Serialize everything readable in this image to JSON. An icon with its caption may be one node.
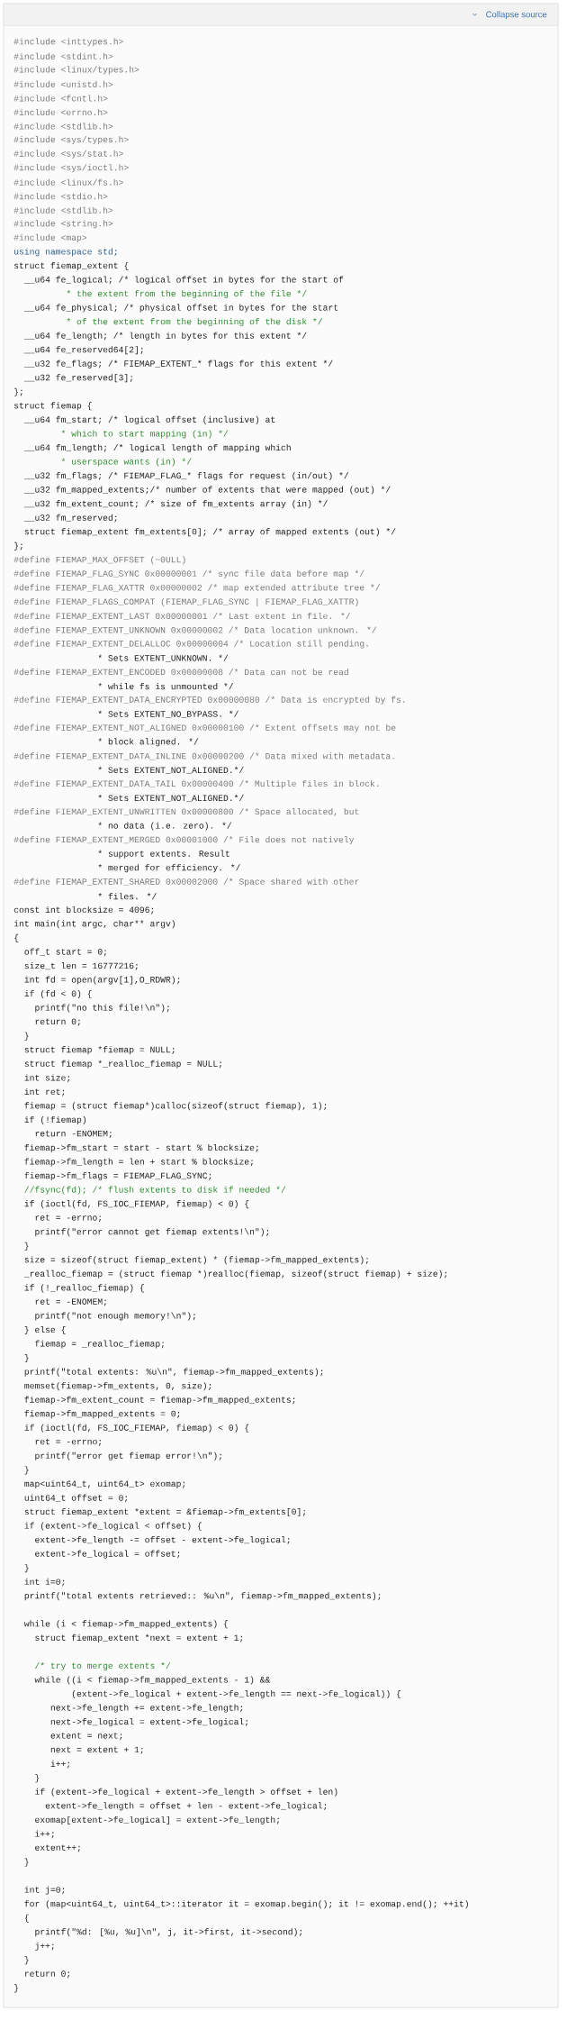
{
  "diagram": {
    "labels": [
      "Collapse source",
      "#include <inttypes.h>",
      "#include <stdint.h>",
      "#include <linux/types.h>",
      "#include <unistd.h>",
      "#include <fcntl.h>",
      "#include <errno.h>",
      "#include <stdlib.h>",
      "#include <sys/types.h>",
      "#include <sys/stat.h>",
      "#include <sys/ioctl.h>",
      "#include <linux/fs.h>",
      "#include <stdio.h>",
      "#include <stdlib.h>",
      "#include <string.h>",
      "#include <map>",
      "using namespace std;",
      "struct fiemap_extent {",
      "__u64 fe_logical; /* logical offset in bytes for the start of",
      "* the extent from the beginning of the file */",
      "__u64 fe_physical; /* physical offset in bytes for the start",
      "* of the extent from the beginning of the disk */",
      "__u64 fe_length; /* length in bytes for this extent */",
      "__u64 fe_reserved64[2];",
      "__u32 fe_flags; /* FIEMAP_EXTENT_* flags for this extent */",
      "__u32 fe_reserved[3];",
      "};",
      "struct fiemap {",
      "__u64 fm_start; /* logical offset (inclusive) at",
      "* which to start mapping (in) */",
      "__u64 fm_length; /* logical length of mapping which",
      "* userspace wants (in) */",
      "__u32 fm_flags; /* FIEMAP_FLAG_* flags for request (in/out) */",
      "__u32 fm_mapped_extents;/* number of extents that were mapped (out) */",
      "__u32 fm_extent_count; /* size of fm_extents array (in) */",
      "__u32 fm_reserved;",
      "struct fiemap_extent fm_extents[0]; /* array of mapped extents (out) */",
      "};",
      "#define FIEMAP_MAX_OFFSET (~0ULL)",
      "#define FIEMAP_FLAG_SYNC 0x00000001 /* sync file data before map */",
      "#define FIEMAP_FLAG_XATTR 0x00000002 /* map extended attribute tree */",
      "#define FIEMAP_FLAGS_COMPAT (FIEMAP_FLAG_SYNC | FIEMAP_FLAG_XATTR)",
      "#define FIEMAP_EXTENT_LAST 0x00000001 /* Last extent in file. */",
      "#define FIEMAP_EXTENT_UNKNOWN 0x00000002 /* Data location unknown. */",
      "#define FIEMAP_EXTENT_DELALLOC 0x00000004 /* Location still pending.",
      "* Sets EXTENT_UNKNOWN. */",
      "#define FIEMAP_EXTENT_ENCODED 0x00000008 /* Data can not be read",
      "* while fs is unmounted */",
      "#define FIEMAP_EXTENT_DATA_ENCRYPTED 0x00000080 /* Data is encrypted by fs.",
      "* Sets EXTENT_NO_BYPASS. */",
      "#define FIEMAP_EXTENT_NOT_ALIGNED 0x00000100 /* Extent offsets may not be",
      "* block aligned. */",
      "#define FIEMAP_EXTENT_DATA_INLINE 0x00000200 /* Data mixed with metadata.",
      "* Sets EXTENT_NOT_ALIGNED.*/",
      "#define FIEMAP_EXTENT_DATA_TAIL 0x00000400 /* Multiple files in block.",
      "* Sets EXTENT_NOT_ALIGNED.*/",
      "#define FIEMAP_EXTENT_UNWRITTEN 0x00000800 /* Space allocated, but",
      "* no data (i.e. zero). */",
      "#define FIEMAP_EXTENT_MERGED 0x00001000 /* File does not natively",
      "* support extents. Result",
      "* merged for efficiency. */",
      "#define FIEMAP_EXTENT_SHARED 0x00002000 /* Space shared with other",
      "* files. */",
      "const int blocksize = 4096;",
      "int main(int argc, char** argv)",
      "{",
      "off_t start = 0;",
      "size_t len = 16777216;",
      "int fd = open(argv[1],O_RDWR);",
      "if (fd < 0) {",
      "printf(\"no this file!\\n\");",
      "return 0;",
      "}",
      "struct fiemap *fiemap = NULL;",
      "struct fiemap *_realloc_fiemap = NULL;",
      "int size;",
      "int ret;",
      "fiemap = (struct fiemap*)calloc(sizeof(struct fiemap), 1);",
      "if (!fiemap)",
      "return -ENOMEM;",
      "fiemap->fm_start = start - start % blocksize;",
      "fiemap->fm_length = len + start % blocksize;",
      "fiemap->fm_flags = FIEMAP_FLAG_SYNC;",
      "//fsync(fd); /* flush extents to disk if needed */",
      "if (ioctl(fd, FS_IOC_FIEMAP, fiemap) < 0) {",
      "ret = -errno;",
      "printf(\"error cannot get fiemap extents!\\n\");",
      "}",
      "size = sizeof(struct fiemap_extent) * (fiemap->fm_mapped_extents);",
      "_realloc_fiemap = (struct fiemap *)realloc(fiemap, sizeof(struct fiemap) + size);",
      "if (!_realloc_fiemap) {",
      "ret = -ENOMEM;",
      "printf(\"not enough memory!\\n\");",
      "} else {",
      "fiemap = _realloc_fiemap;",
      "}",
      "printf(\"total extents: %u\\n\", fiemap->fm_mapped_extents);",
      "memset(fiemap->fm_extents, 0, size);",
      "fiemap->fm_extent_count = fiemap->fm_mapped_extents;",
      "fiemap->fm_mapped_extents = 0;",
      "if (ioctl(fd, FS_IOC_FIEMAP, fiemap) < 0) {",
      "ret = -errno;",
      "printf(\"error get fiemap error!\\n\");",
      "}",
      "map<uint64_t, uint64_t> exomap;",
      "uint64_t offset = 0;",
      "struct fiemap_extent *extent = &fiemap->fm_extents[0];",
      "if (extent->fe_logical < offset) {",
      "extent->fe_length -= offset - extent->fe_logical;",
      "extent->fe_logical = offset;",
      "}",
      "int i=0;",
      "printf(\"total extents retrieved:: %u\\n\", fiemap->fm_mapped_extents);",
      "while (i < fiemap->fm_mapped_extents) {",
      "struct fiemap_extent *next = extent + 1;",
      "/* try to merge extents */",
      "while ((i < fiemap->fm_mapped_extents - 1) &&",
      "(extent->fe_logical + extent->fe_length == next->fe_logical)) {",
      "next->fe_length += extent->fe_length;",
      "next->fe_logical = extent->fe_logical;",
      "extent = next;",
      "next = extent + 1;",
      "i++;",
      "}",
      "if (extent->fe_logical + extent->fe_length > offset + len)",
      "extent->fe_length = offset + len - extent->fe_logical;",
      "exomap[extent->fe_logical] = extent->fe_length;",
      "i++;",
      "extent++;",
      "}",
      "int j=0;",
      "for (map<uint64_t, uint64_t>::iterator it = exomap.begin(); it != exomap.end(); ++it)",
      "{",
      "printf(\"%d: [%u, %u]\\n\", j, it->first, it->second);",
      "j++;",
      "}",
      "return 0;",
      "}"
    ]
  }
}
